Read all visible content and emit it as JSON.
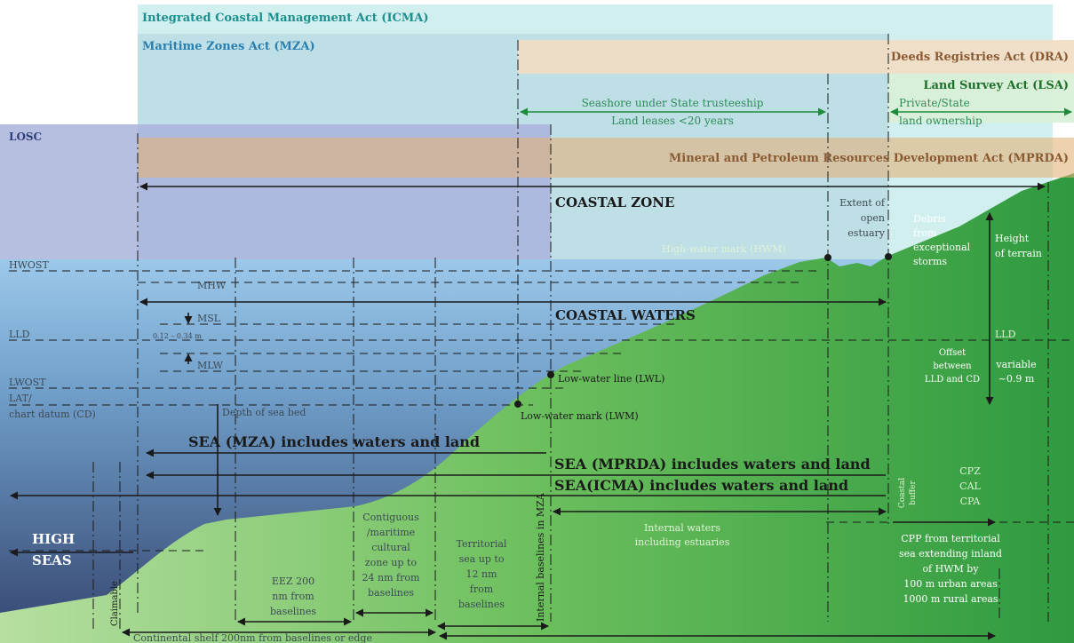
{
  "acts": {
    "icma": "Integrated Coastal Management Act (ICMA)",
    "mza": "Maritime Zones Act (MZA)",
    "dra": "Deeds Registries Act (DRA)",
    "lsa": "Land Survey Act (LSA)",
    "losc": "LOSC",
    "mprda": "Mineral and Petroleum Resources Development Act (MPRDA)"
  },
  "land": {
    "seashore_line1": "Seashore under State trusteeship",
    "seashore_line2": "Land leases <20 years",
    "private_line1": "Private/State",
    "private_line2": "land ownership"
  },
  "zones": {
    "coastal_zone": "COASTAL ZONE",
    "coastal_waters": "COASTAL WATERS",
    "sea_mza": "SEA (MZA) includes waters and land",
    "sea_mprda": "SEA (MPRDA) includes waters and land",
    "sea_icma": "SEA(ICMA) includes waters and land",
    "high_seas_line1": "HIGH",
    "high_seas_line2": "SEAS"
  },
  "water_levels": {
    "hwost": "HWOST",
    "mhw": "MHW",
    "msl": "MSL",
    "msl_range": "0.12 – 0.34 m",
    "lld": "LLD",
    "mlw": "MLW",
    "lwost": "LWOST",
    "lat_line1": "LAT/",
    "lat_line2": "chart datum (CD)",
    "lld_right": "LLD"
  },
  "marks": {
    "hwm": "High-water mark (HWM)",
    "lwl": "Low-water line (LWL)",
    "lwm": "Low-water mark (LWM)",
    "depth": "Depth of sea bed"
  },
  "estuary": [
    "Extent of",
    "open",
    "estuary"
  ],
  "debris": [
    "Debris",
    "from",
    "exceptional",
    "storms"
  ],
  "height": [
    "Height",
    "of terrain"
  ],
  "offset": [
    "Offset",
    "between",
    "LLD and CD"
  ],
  "variable": [
    "variable",
    "~0.9 m"
  ],
  "internal_waters": [
    "Internal waters",
    "including estuaries"
  ],
  "cpz": [
    "CPZ",
    "CAL",
    "CPA"
  ],
  "coastal_buffer": [
    "Coastal",
    "buffer"
  ],
  "cpp": [
    "CPP from territorial",
    "sea extending inland",
    "of HWM by",
    "100 m urban areas",
    "1000 m rural areas"
  ],
  "contiguous": [
    "Contiguous",
    "/maritime",
    "cultural",
    "zone up to",
    "24 nm from",
    "baselines"
  ],
  "territorial": [
    "Territorial",
    "sea up to",
    "12 nm",
    "from",
    "baselines"
  ],
  "eez": [
    "EEZ 200",
    "nm from",
    "baselines"
  ],
  "internal_baselines": "Internal baselines in MZA",
  "claimable": "Claimable",
  "continental_shelf": "Continental shelf 200nm from baselines or edge"
}
